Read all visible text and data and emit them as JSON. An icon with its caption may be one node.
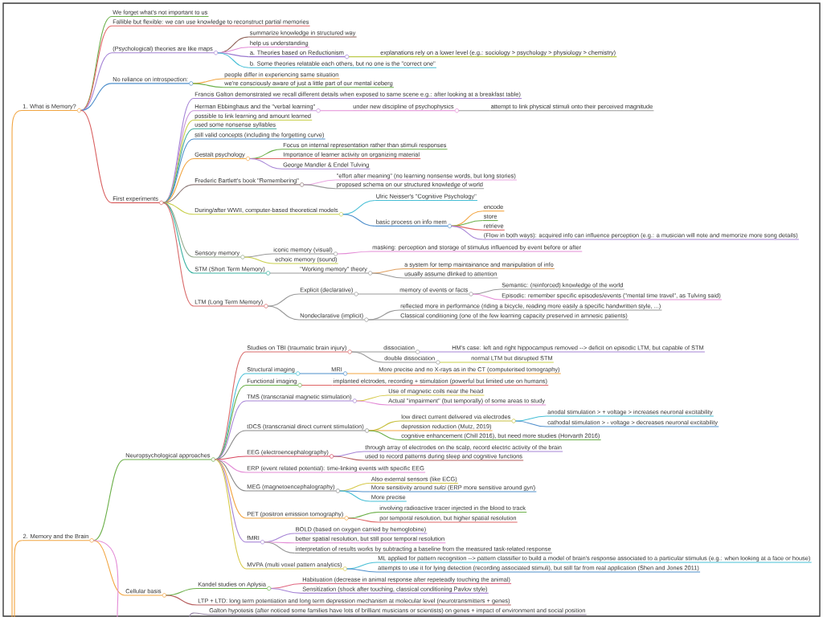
{
  "diagram": {
    "nodes": [
      {
        "text": [
          "1. What is Memory?"
        ]
      },
      {
        "text": [
          "We forget what's not important to us"
        ]
      },
      {
        "text": [
          "Fallible but flexible: we can use knowledge to reconstruct partial memories"
        ]
      },
      {
        "text": [
          "(Psychological) theories are like maps"
        ]
      },
      {
        "text": [
          "summarize knowledge in structured way"
        ]
      },
      {
        "text": [
          "help us understanding"
        ]
      },
      {
        "text": [
          "a. Theories based on Reductionism"
        ]
      },
      {
        "text": [
          "explanations rely on a lower level (e.g.: sociology > psychology > physiology > chemistry)"
        ]
      },
      {
        "text": [
          "b. Some theories relatable each others, but no one is the \"correct one\""
        ]
      },
      {
        "text": [
          "No reliance on introspection:"
        ]
      },
      {
        "text": [
          "people differ in experiencing same situation"
        ]
      },
      {
        "text": [
          "we're consciously aware of just a little part of our mental iceberg"
        ]
      },
      {
        "text": [
          "First experiments"
        ]
      },
      {
        "text": [
          "Francis Galton demonstrated we recall different details when exposed to same scene e.g.: after looking at a breakfast table)"
        ]
      },
      {
        "text": [
          "Herman Ebbinghaus and the \"verbal learning\""
        ]
      },
      {
        "text": [
          "under new discipline of psychophysics"
        ]
      },
      {
        "text": [
          "attempt to link physical stimuli onto their perceived magnitude"
        ]
      },
      {
        "text": [
          "possible to link learning and amount learned"
        ]
      },
      {
        "text": [
          "used some nonsense syllables"
        ]
      },
      {
        "text": [
          "still valid concepts (including the forgetting curve)"
        ]
      },
      {
        "text": [
          "Gestalt psychology"
        ]
      },
      {
        "text": [
          "Focus on internal representation rather than stimuli responses"
        ]
      },
      {
        "text": [
          "Importance of learner activity on organizing material"
        ]
      },
      {
        "text": [
          "George Mandler & Endel Tulving"
        ]
      },
      {
        "text": [
          "Frederic Bartlett's book \"Remembering\""
        ]
      },
      {
        "text": [
          "\"effort after meaning\" (no learning nonsense words, but long stories)"
        ]
      },
      {
        "text": [
          "proposed schema on our structured knowledge of world"
        ]
      },
      {
        "text": [
          "During/after WWII, computer-based theoretical models"
        ]
      },
      {
        "text": [
          "Ulric Neisser's \"Cognitive Psychology\""
        ]
      },
      {
        "text": [
          "basic process on info mem"
        ]
      },
      {
        "text": [
          "encode"
        ]
      },
      {
        "text": [
          "store"
        ]
      },
      {
        "text": [
          "retrieve"
        ]
      },
      {
        "text": [
          "(Flow in both ways): acquired info can influence perception (e.g.: a musician will note and memorize more song details)"
        ]
      },
      {
        "text": [
          "Sensory memory"
        ]
      },
      {
        "text": [
          "iconic memory (visual)"
        ]
      },
      {
        "text": [
          "masking: perception and storage of stimulus influenced by event before or after"
        ]
      },
      {
        "text": [
          "echoic memory (sound)"
        ]
      },
      {
        "text": [
          "STM (Short Term Memory)"
        ]
      },
      {
        "text": [
          "\"Working memory\" theory"
        ]
      },
      {
        "text": [
          "a system for temp maintainance and manipulation of info"
        ]
      },
      {
        "text": [
          "usually assume dlinked to attention"
        ]
      },
      {
        "text": [
          "LTM (Long Term Memory)"
        ]
      },
      {
        "text": [
          "Explicit (declarative)"
        ]
      },
      {
        "text": [
          "memory of events or facts"
        ]
      },
      {
        "text": [
          "Semantic: (reinforced) knowledge of the world"
        ]
      },
      {
        "text": [
          "Episodic: remember specific episodes/events (\"mental time travel\", as Tulving said)"
        ]
      },
      {
        "text": [
          "Nondeclarative (implicit)"
        ]
      },
      {
        "text": [
          "reflected more in performance (riding a bicycle, reading more easily a specific handwritten style, ...)"
        ]
      },
      {
        "text": [
          "Classical conditioning (one of the few learning capacity preserved in amnesic patients)"
        ]
      },
      {
        "text": [
          "2. Memory and the Brain"
        ]
      },
      {
        "text": [
          "Neuropsychological approaches"
        ]
      },
      {
        "text": [
          "Studies on TBI (traumatic brain injury)"
        ]
      },
      {
        "text": [
          "dissociation"
        ]
      },
      {
        "text": [
          "HM's case: left and right hippocampus removed --> deficit on episodic LTM, but capable of STM"
        ]
      },
      {
        "text": [
          "double dissociation"
        ]
      },
      {
        "text": [
          "normal LTM but disrupted STM"
        ]
      },
      {
        "text": [
          "Structural imaging"
        ]
      },
      {
        "text": [
          "MRI"
        ]
      },
      {
        "text": [
          "More precise and no X-rays as in the CT (computerised tomography)"
        ]
      },
      {
        "text": [
          "Functional imaging"
        ]
      },
      {
        "text": [
          "implanted elctrodes, recording + stimulation (powerful but limited use on humans)"
        ]
      },
      {
        "text": [
          "TMS (transcranial magnetic stimulation)"
        ]
      },
      {
        "text": [
          "Use of magnetic coils near the head"
        ]
      },
      {
        "text": [
          "Actual \"impairment\" (but temporally) of some areas to study"
        ]
      },
      {
        "text": [
          "tDCS (transcranial direct current stimulation)"
        ]
      },
      {
        "text": [
          "low direct current delivered via electrodes"
        ]
      },
      {
        "text": [
          "anodal stimulation > + voltage > increases neuronal excitability"
        ]
      },
      {
        "text": [
          "cathodal stimulation > - voltage > decreases neuronal excitability"
        ]
      },
      {
        "text": [
          "depression reduction (Mutz, 2019)"
        ]
      },
      {
        "text": [
          "cognitive enhancement (Chill 2016), but need more studies (Horvarth 2016)"
        ]
      },
      {
        "text": [
          "EEG (electroencephalography)"
        ]
      },
      {
        "text": [
          "through array of electrodes on the scalp, record electric activity of the brain"
        ]
      },
      {
        "text": [
          "used to record patterns during sleep and cognitive functions"
        ]
      },
      {
        "text": [
          "ERP (event related potential): time-linking events with specific EEG"
        ]
      },
      {
        "text": [
          "MEG (magnetoencephalography)"
        ]
      },
      {
        "text": [
          "Also external sensors (like ECG)"
        ]
      },
      {
        "text": [
          "More sensitivity around *sulci* (ERP more sensitive around *gyri*)"
        ]
      },
      {
        "text": [
          "More precise"
        ]
      },
      {
        "text": [
          "PET (positron emission tomography)"
        ]
      },
      {
        "text": [
          "involving radioactive tracer injected in the blood to track"
        ]
      },
      {
        "text": [
          "por temporal resolution, but higher spatial resolution"
        ]
      },
      {
        "text": [
          "fMRI"
        ]
      },
      {
        "text": [
          "BOLD (based on oxygen carried by hemoglobine)"
        ]
      },
      {
        "text": [
          "better spatial resolution, but still poor temporal resolution"
        ]
      },
      {
        "text": [
          "interpretation of results works by subtracting a baseline from the measured task-related response"
        ]
      },
      {
        "text": [
          "MVPA (multi voxel pattern analytics)"
        ]
      },
      {
        "text": [
          "ML applied for pattern recognition --> pattern classifier to build a model of brain's response associated to a particular stimulus (e.g.: when looking at a face or house)"
        ]
      },
      {
        "text": [
          "attempts to use it for lying detection (recording associated stimuli), but still far from real application (Shen and Jones 2011)"
        ]
      },
      {
        "text": [
          "Cellular basis"
        ]
      },
      {
        "text": [
          "Kandel studies on Aplysia"
        ]
      },
      {
        "text": [
          "Habituation (decrease in animal response after repeteadly touching the animal)"
        ]
      },
      {
        "text": [
          "Sensitization (shock after touching, classical conditioning Pavlov style)"
        ]
      },
      {
        "text": [
          "LTP + LTD: long term potentiation and long term depression mechanism at molecular level (neurotransmitters + genes)"
        ]
      },
      {
        "text": [
          "Galton hypotesis (after noticed some families have lots of brilliant musicians or scientists) on genes + impact of environment and social position"
        ]
      }
    ],
    "edges": [
      {
        "from": null,
        "to": 0,
        "arrow": "none",
        "color": "#f2a541"
      },
      {
        "from": 0,
        "to": 1,
        "arrow": "none",
        "color": "#6cb04a"
      },
      {
        "from": 0,
        "to": 2,
        "arrow": "none",
        "color": "#e06666"
      },
      {
        "from": 0,
        "to": 3,
        "arrow": "none",
        "color": "#a684d6"
      },
      {
        "from": 0,
        "to": 9,
        "arrow": "none",
        "color": "#4f8fcc"
      },
      {
        "from": 0,
        "to": 12,
        "arrow": "none",
        "color": "#d96060"
      },
      {
        "from": 3,
        "to": 4,
        "arrow": "none",
        "color": "#8e5f55"
      },
      {
        "from": 3,
        "to": 5,
        "arrow": "none",
        "color": "#e38bd6"
      },
      {
        "from": 3,
        "to": 6,
        "arrow": "none",
        "color": "#9a78cf"
      },
      {
        "from": 3,
        "to": 8,
        "arrow": "none",
        "color": "#47bfd6"
      },
      {
        "from": 6,
        "to": 7,
        "arrow": "none",
        "color": "#bcc94a"
      },
      {
        "from": 9,
        "to": 10,
        "arrow": "none",
        "color": "#f2a541"
      },
      {
        "from": 9,
        "to": 11,
        "arrow": "none",
        "color": "#6cb04a"
      },
      {
        "from": 12,
        "to": 13,
        "arrow": "none",
        "color": "#a684d6"
      },
      {
        "from": 12,
        "to": 14,
        "arrow": "none",
        "color": "#c690d9"
      },
      {
        "from": 12,
        "to": 17,
        "arrow": "none",
        "color": "#c8cf4a"
      },
      {
        "from": 12,
        "to": 18,
        "arrow": "none",
        "color": "#3aa89a"
      },
      {
        "from": 12,
        "to": 19,
        "arrow": "none",
        "color": "#4f8fcc"
      },
      {
        "from": 12,
        "to": 20,
        "arrow": "none",
        "color": "#f2a541"
      },
      {
        "from": 12,
        "to": 24,
        "arrow": "none",
        "color": "#8f7a78"
      },
      {
        "from": 12,
        "to": 27,
        "arrow": "none",
        "color": "#c8cf4a"
      },
      {
        "from": 12,
        "to": 34,
        "arrow": "none",
        "color": "#96a98e"
      },
      {
        "from": 12,
        "to": 38,
        "arrow": "none",
        "color": "#3fb3a3"
      },
      {
        "from": 12,
        "to": 42,
        "arrow": "none",
        "color": "#d96b6b"
      },
      {
        "from": 14,
        "to": 15,
        "arrow": "none",
        "color": "#e38bd6"
      },
      {
        "from": 15,
        "to": 16,
        "arrow": "none",
        "color": "#9a9a9a"
      },
      {
        "from": 20,
        "to": 21,
        "arrow": "none",
        "color": "#6cb04a"
      },
      {
        "from": 20,
        "to": 22,
        "arrow": "none",
        "color": "#e06666"
      },
      {
        "from": 20,
        "to": 23,
        "arrow": "none",
        "color": "#a684d6"
      },
      {
        "from": 24,
        "to": 25,
        "arrow": "none",
        "color": "#eaa6e2"
      },
      {
        "from": 24,
        "to": 26,
        "arrow": "none",
        "color": "#9a9a9a"
      },
      {
        "from": 27,
        "to": 28,
        "arrow": "none",
        "color": "#47bfd6"
      },
      {
        "from": 27,
        "to": 29,
        "arrow": "none",
        "color": "#4f8fcc"
      },
      {
        "from": 29,
        "to": 30,
        "arrow": "none",
        "color": "#f2a541"
      },
      {
        "from": 29,
        "to": 31,
        "arrow": "none",
        "color": "#6cb04a"
      },
      {
        "from": 29,
        "to": 32,
        "arrow": "none",
        "color": "#e06666"
      },
      {
        "from": 29,
        "to": 33,
        "arrow": "none",
        "color": "#a684d6"
      },
      {
        "from": 34,
        "to": 35,
        "arrow": "none",
        "color": "#9a9a9a"
      },
      {
        "from": 34,
        "to": 37,
        "arrow": "none",
        "color": "#c8cf4a"
      },
      {
        "from": 35,
        "to": 36,
        "arrow": "none",
        "color": "#e38bd6"
      },
      {
        "from": 38,
        "to": 39,
        "arrow": "none",
        "color": "#9a9a9a"
      },
      {
        "from": 39,
        "to": 40,
        "arrow": "none",
        "color": "#e0a060"
      },
      {
        "from": 39,
        "to": 41,
        "arrow": "none",
        "color": "#9a9a9a"
      },
      {
        "from": 42,
        "to": 43,
        "arrow": "none",
        "color": "#9a9a9a"
      },
      {
        "from": 42,
        "to": 47,
        "arrow": "none",
        "color": "#9a9a9a"
      },
      {
        "from": 43,
        "to": 44,
        "arrow": "none",
        "color": "#9a9a9a"
      },
      {
        "from": 44,
        "to": 45,
        "arrow": "none",
        "color": "#9a9a9a"
      },
      {
        "from": 44,
        "to": 46,
        "arrow": "none",
        "color": "#e38bd6"
      },
      {
        "from": 47,
        "to": 48,
        "arrow": "none",
        "color": "#9a9a9a"
      },
      {
        "from": 47,
        "to": 49,
        "arrow": "none",
        "color": "#9a9a9a"
      },
      {
        "from": null,
        "to": 50,
        "arrow": "none",
        "color": "#f2a541"
      },
      {
        "from": 50,
        "to": 51,
        "arrow": "none",
        "color": "#6cb04a"
      },
      {
        "from": 50,
        "to": 89,
        "arrow": "none",
        "color": "#f2a541"
      },
      {
        "from": 50,
        "to": null,
        "arrow": "none",
        "color": "#e38bd6"
      },
      {
        "from": 51,
        "to": 52,
        "arrow": "none",
        "color": "#d96b6b"
      },
      {
        "from": 51,
        "to": 57,
        "arrow": "none",
        "color": "#47bfd6"
      },
      {
        "from": 51,
        "to": 60,
        "arrow": "none",
        "color": "#6cb04a"
      },
      {
        "from": 51,
        "to": 62,
        "arrow": "none",
        "color": "#a684d6"
      },
      {
        "from": 51,
        "to": 65,
        "arrow": "none",
        "color": "#8a8a8a"
      },
      {
        "from": 51,
        "to": 71,
        "arrow": "none",
        "color": "#d9475f"
      },
      {
        "from": 51,
        "to": 74,
        "arrow": "none",
        "color": "#e38bd6"
      },
      {
        "from": 51,
        "to": 75,
        "arrow": "none",
        "color": "#8a8a8a"
      },
      {
        "from": 51,
        "to": 79,
        "arrow": "none",
        "color": "#f2a541"
      },
      {
        "from": 51,
        "to": 82,
        "arrow": "none",
        "color": "#a684d6"
      },
      {
        "from": 51,
        "to": 86,
        "arrow": "none",
        "color": "#d6c94a"
      },
      {
        "from": 52,
        "to": 53,
        "arrow": "none",
        "color": "#9a9a9a"
      },
      {
        "from": 52,
        "to": 55,
        "arrow": "none",
        "color": "#9a9a9a"
      },
      {
        "from": 53,
        "to": 54,
        "arrow": "none",
        "color": "#a684d6"
      },
      {
        "from": 55,
        "to": 56,
        "arrow": "none",
        "color": "#c8cf4a"
      },
      {
        "from": 57,
        "to": 58,
        "arrow": "none",
        "color": "#4f8fcc"
      },
      {
        "from": 58,
        "to": 59,
        "arrow": "none",
        "color": "#f2a541"
      },
      {
        "from": 60,
        "to": 61,
        "arrow": "none",
        "color": "#e06666"
      },
      {
        "from": 62,
        "to": 63,
        "arrow": "none",
        "color": "#d6c94a"
      },
      {
        "from": 62,
        "to": 64,
        "arrow": "none",
        "color": "#e38bd6"
      },
      {
        "from": 65,
        "to": 66,
        "arrow": "none",
        "color": "#c8c040"
      },
      {
        "from": 65,
        "to": 69,
        "arrow": "none",
        "color": "#f2a541"
      },
      {
        "from": 65,
        "to": 70,
        "arrow": "none",
        "color": "#6cb04a"
      },
      {
        "from": 66,
        "to": 67,
        "arrow": "none",
        "color": "#47bfd6"
      },
      {
        "from": 66,
        "to": 68,
        "arrow": "none",
        "color": "#4f8fcc"
      },
      {
        "from": 71,
        "to": 72,
        "arrow": "none",
        "color": "#a684d6"
      },
      {
        "from": 71,
        "to": 73,
        "arrow": "none",
        "color": "#b86060"
      },
      {
        "from": 75,
        "to": 76,
        "arrow": "none",
        "color": "#d6c94a"
      },
      {
        "from": 75,
        "to": 77,
        "arrow": "none",
        "color": "#4f8fcc"
      },
      {
        "from": 75,
        "to": 78,
        "arrow": "none",
        "color": "#47bfd6"
      },
      {
        "from": 79,
        "to": 80,
        "arrow": "none",
        "color": "#6cb04a"
      },
      {
        "from": 79,
        "to": 81,
        "arrow": "none",
        "color": "#e06666"
      },
      {
        "from": 82,
        "to": 83,
        "arrow": "none",
        "color": "#a684d6"
      },
      {
        "from": 82,
        "to": 84,
        "arrow": "none",
        "color": "#e38bd6"
      },
      {
        "from": 82,
        "to": 85,
        "arrow": "none",
        "color": "#9a9a9a"
      },
      {
        "from": 86,
        "to": 87,
        "arrow": "none",
        "color": "#47bfd6"
      },
      {
        "from": 86,
        "to": 88,
        "arrow": "none",
        "color": "#4f8fcc"
      },
      {
        "from": 89,
        "to": 90,
        "arrow": "none",
        "color": "#6cb04a"
      },
      {
        "from": 89,
        "to": 93,
        "arrow": "none",
        "color": "#b86060"
      },
      {
        "from": 90,
        "to": 91,
        "arrow": "none",
        "color": "#e06680"
      },
      {
        "from": 90,
        "to": 92,
        "arrow": "none",
        "color": "#a684d6"
      },
      {
        "from": null,
        "to": 94,
        "arrow": "none",
        "color": "#9a8aa8"
      }
    ]
  }
}
